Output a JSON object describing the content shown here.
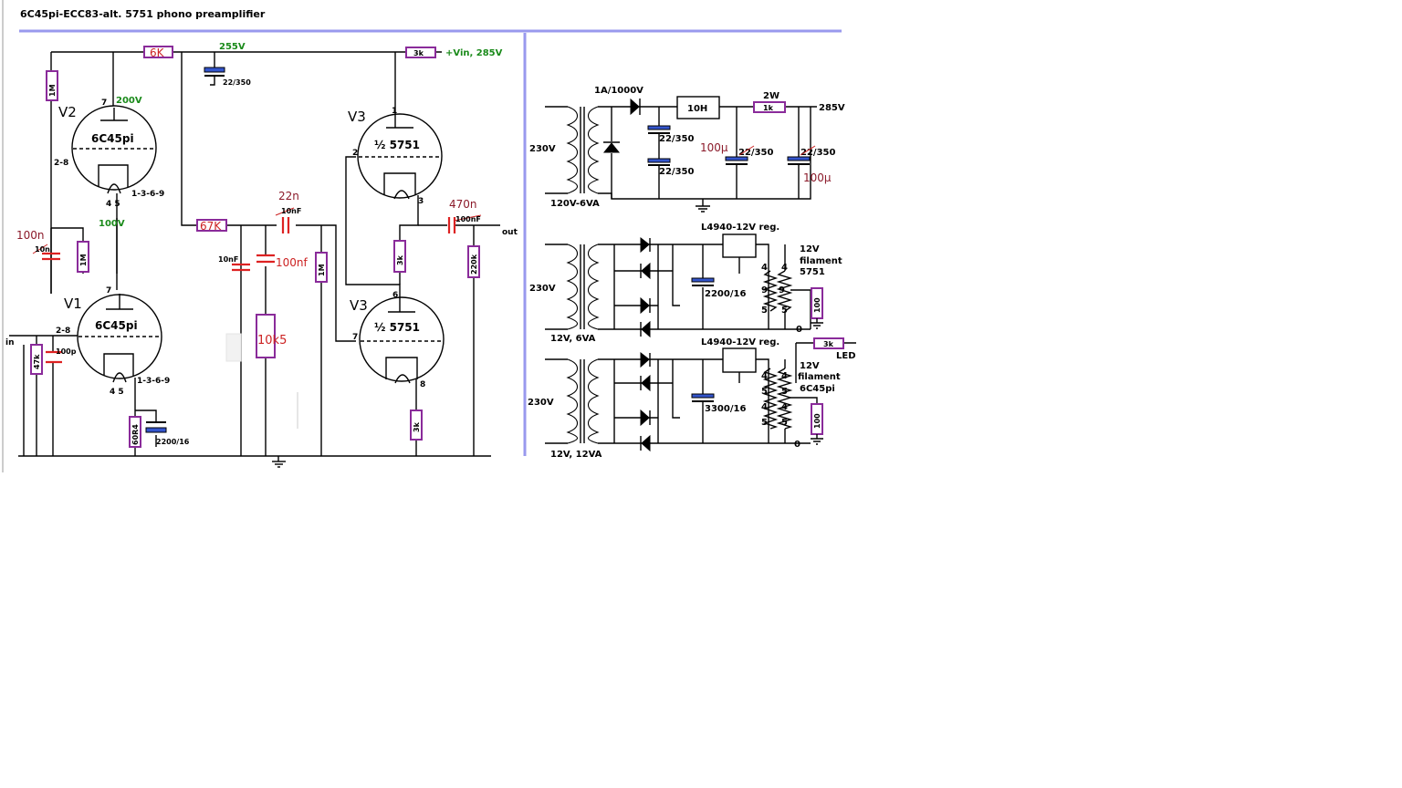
{
  "title": "6C45pi-ECC83-alt. 5751 phono preamplifier",
  "amp": {
    "tubes": {
      "v2_name": "V2",
      "v2_type": "6C45pi",
      "v1_name": "V1",
      "v1_type": "6C45pi",
      "v3a_name": "V3",
      "v3a_type": "½ 5751",
      "v3b_name": "V3",
      "v3b_type": "½ 5751"
    },
    "pins": {
      "p7": "7",
      "p28": "2-8",
      "p45": "4  5",
      "p1369": "1-3-6-9",
      "p1": "1",
      "p2": "2",
      "p3": "3",
      "p6": "6",
      "p8": "8"
    },
    "voltages": {
      "v255": "255V",
      "v200": "200V",
      "v100": "100V",
      "vin": "+Vin, 285V"
    },
    "resistors": {
      "r6k": "6K",
      "r1m_top": "1M",
      "r1m_mid": "1M",
      "r3k_top": "3k",
      "r67k": "67K",
      "r1m_right": "1M",
      "r3k_mid": "3k",
      "r220k": "220k",
      "r47k": "47k",
      "r60r4": "60R4",
      "r3k_bot": "3k",
      "r10k5": "10k5"
    },
    "caps": {
      "c22_350": "22/350",
      "c10n_old": "10n",
      "c100n_new": "100n",
      "c10nf_old": "10nF",
      "c22n_new": "22n",
      "c10nf_left": "10nF",
      "c100nf": "100nf",
      "c100nf_old": "100nF",
      "c470n_new": "470n",
      "c100p": "100p",
      "c2200_16": "2200/16"
    },
    "io": {
      "in": "in",
      "out": "out"
    }
  },
  "psu_hv": {
    "fuse_diode": "1A/1000V",
    "choke": "10H",
    "r2w": "2W",
    "r1k": "1k",
    "out285": "285V",
    "in230": "230V",
    "tr": "120V-6VA",
    "c1": "22/350",
    "c2": "22/350",
    "c3": "22/350",
    "c4": "22/350",
    "c100u_a": "100µ",
    "c100u_b": "100µ"
  },
  "psu_f1": {
    "reg": "L4940-12V reg.",
    "in230": "230V",
    "tr": "12V, 6VA",
    "cap": "2200/16",
    "out_v": "12V",
    "out_l1": "filament",
    "out_l2": "5751",
    "pin_a": "4",
    "pin_b": "9",
    "pin_c": "5",
    "pin_d": "4",
    "pin_e": "9",
    "pin_f": "5",
    "zero": "0",
    "r100": "100"
  },
  "psu_f2": {
    "reg": "L4940-12V reg.",
    "in230": "230V",
    "tr": "12V, 12VA",
    "cap": "3300/16",
    "out_v": "12V",
    "out_l1": "filament",
    "out_l2": "6C45pi",
    "pin_a": "4",
    "pin_b": "5",
    "pin_c": "4",
    "pin_d": "5",
    "pin_e": "4",
    "pin_f": "5",
    "pin_g": "4",
    "pin_h": "5",
    "zero": "0",
    "r100": "100",
    "r3k": "3k",
    "led": "LED"
  },
  "colors": {
    "resistor": "#8a2b9a",
    "correction": "#cc2222",
    "voltage": "#1a8a1a",
    "divider": "#9999ee",
    "electrolytic": "#3355cc"
  }
}
